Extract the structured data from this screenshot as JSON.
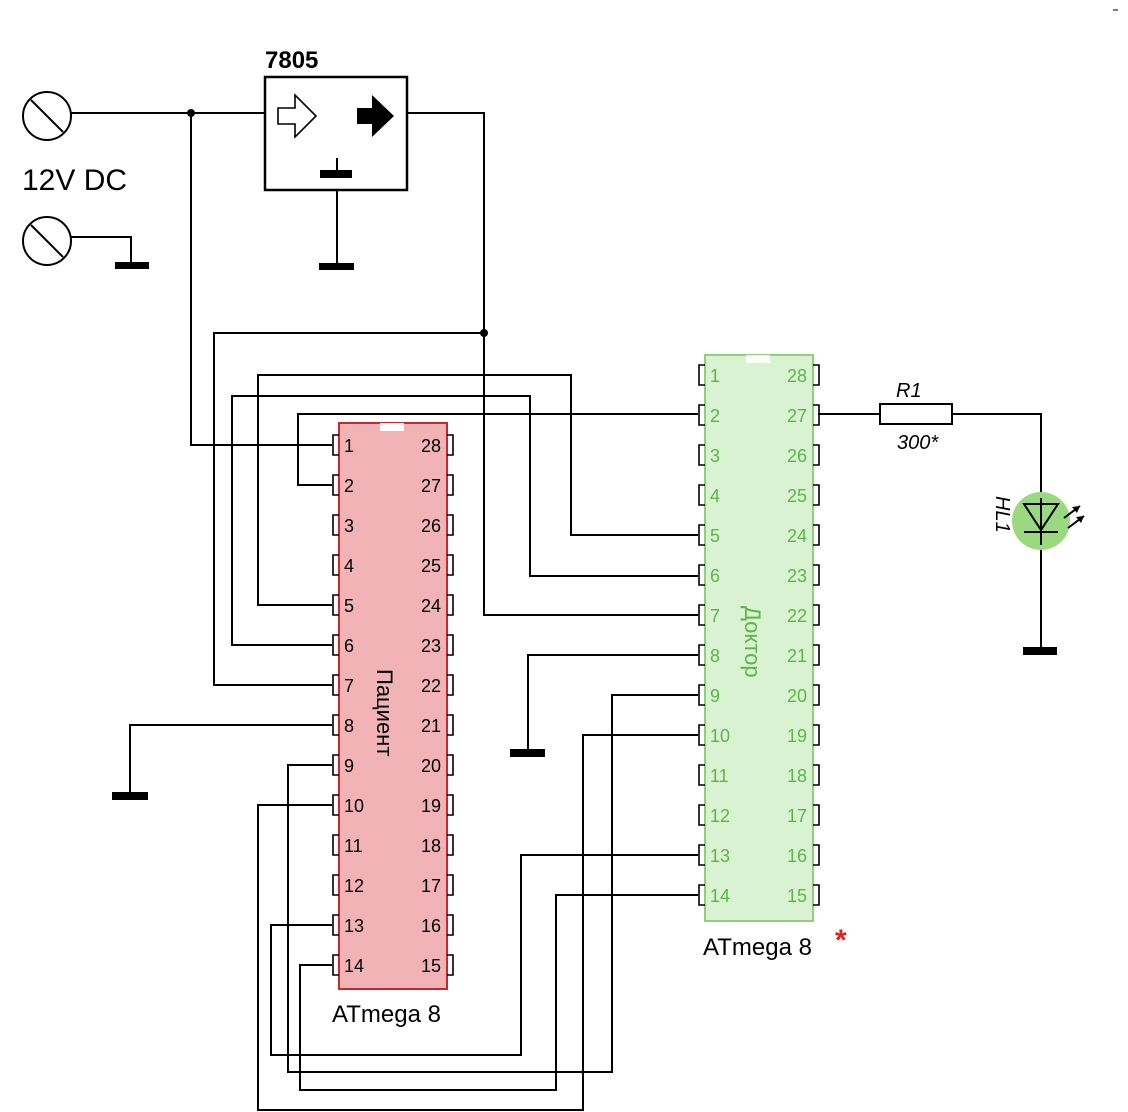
{
  "power": {
    "label": "12V DC"
  },
  "regulator": {
    "label": "7805"
  },
  "chip_patient": {
    "name": "Пациент",
    "model": "ATmega 8",
    "left_pins": [
      "1",
      "2",
      "3",
      "4",
      "5",
      "6",
      "7",
      "8",
      "9",
      "10",
      "11",
      "12",
      "13",
      "14"
    ],
    "right_pins": [
      "28",
      "27",
      "26",
      "25",
      "24",
      "23",
      "22",
      "21",
      "20",
      "19",
      "18",
      "17",
      "16",
      "15"
    ],
    "fill": "#f2b3b7",
    "stroke": "#c22b2b"
  },
  "chip_doctor": {
    "name": "Доктор",
    "model": "ATmega 8",
    "asterisk": "*",
    "asterisk_color": "#e02020",
    "left_pins": [
      "1",
      "2",
      "3",
      "4",
      "5",
      "6",
      "7",
      "8",
      "9",
      "10",
      "11",
      "12",
      "13",
      "14"
    ],
    "right_pins": [
      "28",
      "27",
      "26",
      "25",
      "24",
      "23",
      "22",
      "21",
      "20",
      "19",
      "18",
      "17",
      "16",
      "15"
    ],
    "fill": "#d9f2d2",
    "stroke": "#8fd07a",
    "text_color": "#59b845"
  },
  "resistor": {
    "ref": "R1",
    "value": "300*"
  },
  "led": {
    "ref": "HL1",
    "color": "#9ad97f"
  }
}
